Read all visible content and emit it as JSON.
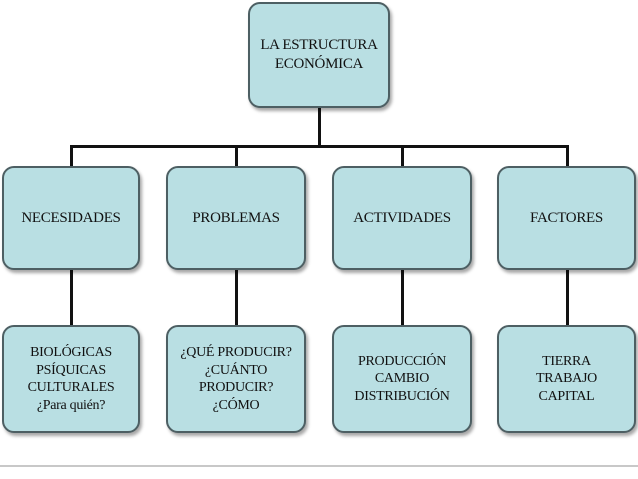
{
  "diagram": {
    "root": "LA ESTRUCTURA\nECONÓMICA",
    "categories": [
      {
        "label": "NECESIDADES",
        "detail": "BIOLÓGICAS\nPSÍQUICAS\nCULTURALES\n¿Para quién?"
      },
      {
        "label": "PROBLEMAS",
        "detail": "¿QUÉ PRODUCIR?\n¿CUÁNTO\nPRODUCIR?\n¿CÓMO"
      },
      {
        "label": "ACTIVIDADES",
        "detail": "PRODUCCIÓN\nCAMBIO\nDISTRIBUCIÓN"
      },
      {
        "label": "FACTORES",
        "detail": "TIERRA\nTRABAJO\nCAPITAL"
      }
    ],
    "colors": {
      "box_fill": "#b9dfe3",
      "box_border": "#4d5f63",
      "connector": "#111111"
    }
  }
}
